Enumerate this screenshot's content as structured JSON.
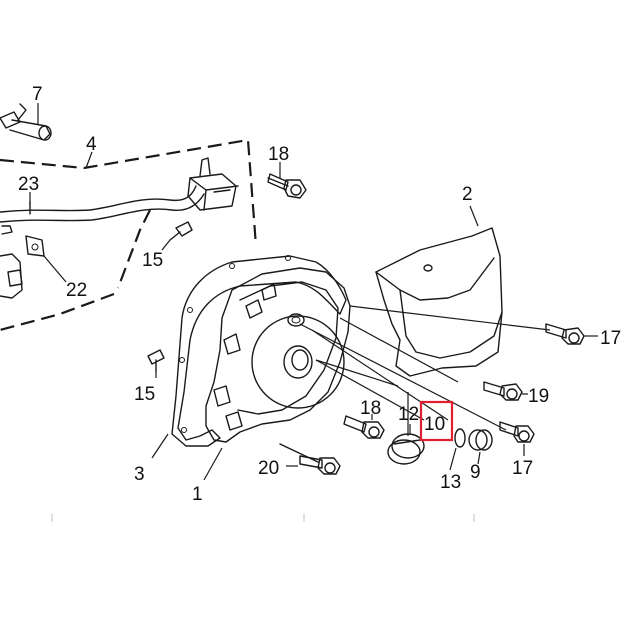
{
  "diagram": {
    "highlight_color": "#e0202e",
    "highlighted_label": "10",
    "labels": {
      "l1": "1",
      "l2": "2",
      "l3": "3",
      "l4": "4",
      "l7": "7",
      "l9": "9",
      "l10": "10",
      "l12": "12",
      "l13": "13",
      "l15a": "15",
      "l15b": "15",
      "l17a": "17",
      "l17b": "17",
      "l18a": "18",
      "l18b": "18",
      "l19": "19",
      "l20": "20",
      "l22": "22",
      "l23": "23"
    }
  }
}
